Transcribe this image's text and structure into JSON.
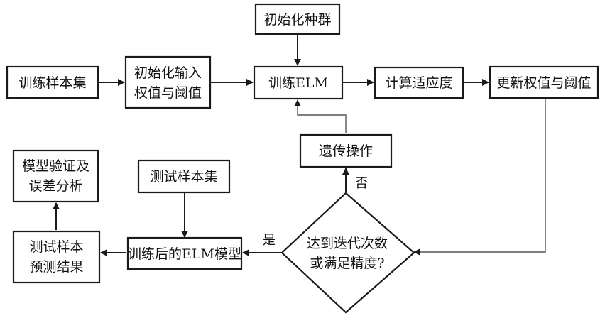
{
  "nodes": {
    "init_population": {
      "label": "初始化种群"
    },
    "training_set": {
      "label": "训练样本集"
    },
    "init_weights": {
      "line1": "初始化输入",
      "line2": "权值与阈值"
    },
    "train_elm": {
      "label": "训练ELM"
    },
    "compute_fitness": {
      "label": "计算适应度"
    },
    "update_weights": {
      "label": "更新权值与阈值"
    },
    "genetic_ops": {
      "label": "遗传操作"
    },
    "validation": {
      "line1": "模型验证及",
      "line2": "误差分析"
    },
    "test_set": {
      "label": "测试样本集"
    },
    "check": {
      "line1": "达到迭代次数",
      "line2": "或满足精度?"
    },
    "trained_elm": {
      "label": "训练后的ELM模型"
    },
    "test_predict": {
      "line1": "测试样本",
      "line2": "预测结果"
    }
  },
  "edges": {
    "yes_label": "是",
    "no_label": "否"
  }
}
